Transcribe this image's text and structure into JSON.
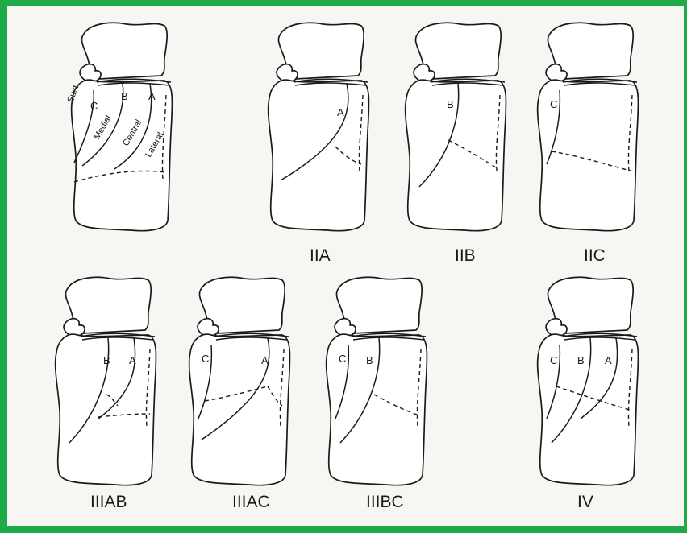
{
  "border_color": "#1faa4a",
  "panels": {
    "p1": {
      "caption": "",
      "lines": [
        "C",
        "B",
        "A"
      ],
      "regions": [
        "Sust.",
        "Medial",
        "Central",
        "Lateral"
      ]
    },
    "p2": {
      "caption": "IIA",
      "lines": [
        "A"
      ]
    },
    "p3": {
      "caption": "IIB",
      "lines": [
        "B"
      ]
    },
    "p4": {
      "caption": "IIC",
      "lines": [
        "C"
      ]
    },
    "p5": {
      "caption": "IIIAB",
      "lines": [
        "B",
        "A"
      ]
    },
    "p6": {
      "caption": "IIIAC",
      "lines": [
        "C",
        "A"
      ]
    },
    "p7": {
      "caption": "IIIBC",
      "lines": [
        "C",
        "B"
      ]
    },
    "p8": {
      "caption": "IV",
      "lines": [
        "C",
        "B",
        "A"
      ]
    }
  }
}
